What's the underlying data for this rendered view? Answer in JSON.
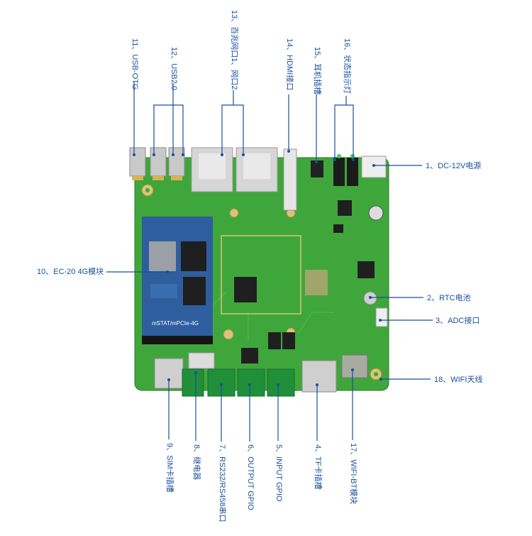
{
  "labels": {
    "l1": "1、DC-12V电源",
    "l2": "2、RTC电池",
    "l3": "3、ADC接口",
    "l4": "4、TF卡插槽",
    "l5": "5、INPUT GPIO",
    "l6": "6、OUTPUT GPIO",
    "l7": "7、RS232/RS458串口",
    "l8": "8、继电器",
    "l9": "9、SIM卡插槽",
    "l10": "10、EC-20 4G模块",
    "l11": "11、USB-OTG",
    "l12": "12、USB2.0",
    "l13": "13、百兆网口1、网口2",
    "l14": "14、HDMI接口",
    "l15": "15、耳机插槽",
    "l16": "16、状态指示灯",
    "l17": "17、WIFI-BT模块",
    "l18": "18、WIFI天线"
  },
  "module_silkscreen": "mSTAT/mPCIe-4G",
  "colors": {
    "label": "#1a4f9c",
    "board": "#3fa63b",
    "module": "#2f5e9e",
    "connector": "#1f8f3a"
  }
}
